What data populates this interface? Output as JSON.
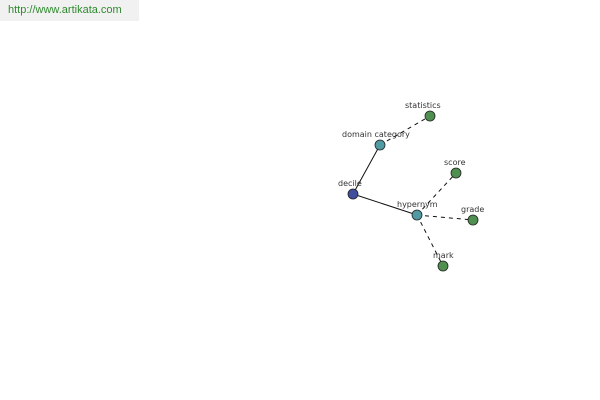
{
  "banner": {
    "url_text": "http://www.artikata.com"
  },
  "colors": {
    "center_node": "#3f4f9e",
    "relation_node": "#4f9aa3",
    "leaf_node": "#4f8f4f",
    "edge": "#111111",
    "banner_text": "#2f8a2f",
    "banner_bg": "#f1f1f1"
  },
  "graph": {
    "nodes": [
      {
        "id": "decile",
        "label": "decile",
        "kind": "center"
      },
      {
        "id": "domain_category",
        "label": "domain category",
        "kind": "relation"
      },
      {
        "id": "hypernym",
        "label": "hypernym",
        "kind": "relation"
      },
      {
        "id": "statistics",
        "label": "statistics",
        "kind": "leaf"
      },
      {
        "id": "score",
        "label": "score",
        "kind": "leaf"
      },
      {
        "id": "grade",
        "label": "grade",
        "kind": "leaf"
      },
      {
        "id": "mark",
        "label": "mark",
        "kind": "leaf"
      }
    ],
    "edges": [
      {
        "from": "decile",
        "to": "domain_category",
        "style": "solid"
      },
      {
        "from": "decile",
        "to": "hypernym",
        "style": "solid"
      },
      {
        "from": "domain_category",
        "to": "statistics",
        "style": "dashed"
      },
      {
        "from": "hypernym",
        "to": "score",
        "style": "dashed"
      },
      {
        "from": "hypernym",
        "to": "grade",
        "style": "dashed"
      },
      {
        "from": "hypernym",
        "to": "mark",
        "style": "dashed"
      }
    ]
  }
}
